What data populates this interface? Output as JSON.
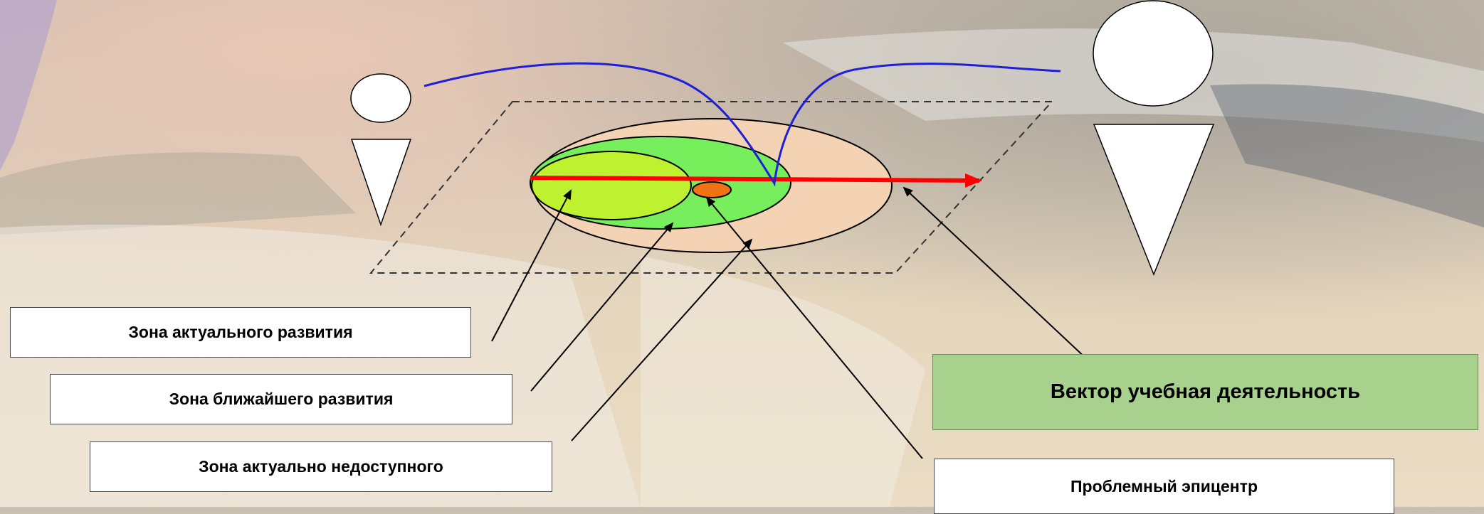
{
  "labels": {
    "zone_actual": "Зона актуального развития",
    "zone_nearest": "Зона ближайшего развития",
    "zone_inaccessible": "Зона актуально недоступного",
    "vector": "Вектор учебная деятельность",
    "epicenter": "Проблемный эпицентр"
  },
  "colors": {
    "outer_zone": "#f3d3b3",
    "nearest_zone": "#77ee5c",
    "actual_zone": "#bef231",
    "epicenter": "#f07313",
    "vector_arrow": "#ff0000",
    "path_curve": "#1f1fd8",
    "vector_label_bg": "#a9d18e"
  }
}
